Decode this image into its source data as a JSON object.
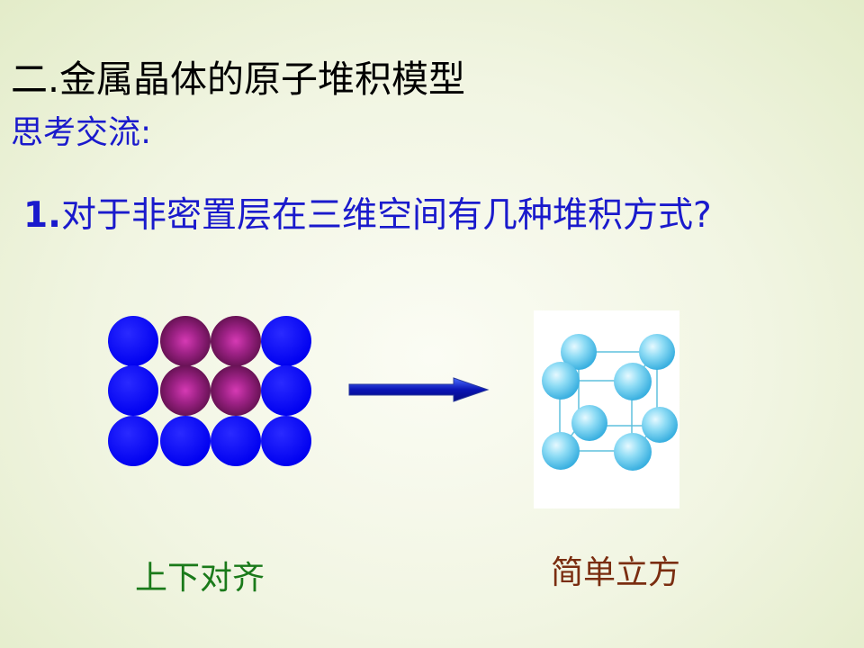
{
  "slide": {
    "title": "二.金属晶体的原子堆积模型",
    "subtitle": "思考交流:",
    "question": {
      "number": "1.",
      "text": "对于非密置层在三维空间有几种堆积方式?"
    },
    "caption_left": "上下对齐",
    "caption_right": "简单立方"
  },
  "colors": {
    "title": "#000000",
    "subtitle": "#1a1acc",
    "question": "#1a1acc",
    "outer_sphere": "#0000ff",
    "inner_sphere": "#8b1a6b",
    "arrow": "#0a14b4",
    "cube_sphere": "#7fd3f2",
    "caption_left": "#1a7a1a",
    "caption_right": "#7a2d10"
  },
  "icons": {
    "layer_diagram": "square-grid-spheres-icon",
    "arrow": "right-arrow-icon",
    "cube": "simple-cubic-lattice-icon"
  }
}
